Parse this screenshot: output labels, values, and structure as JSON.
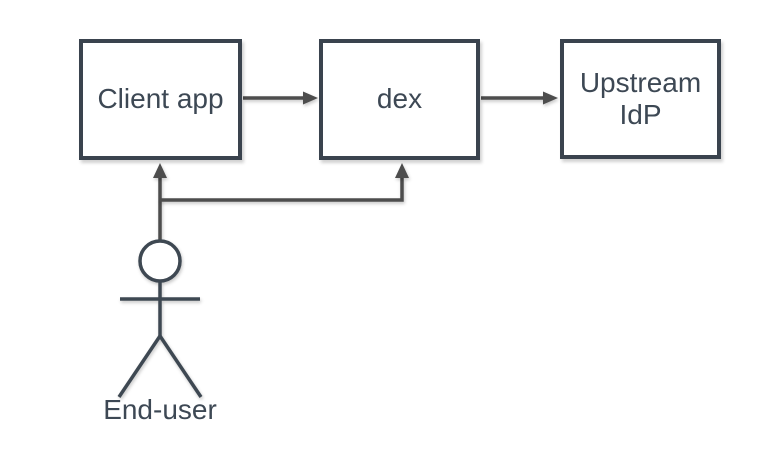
{
  "diagram": {
    "type": "architecture-flow",
    "background": "#ffffff",
    "colors": {
      "node_border": "#3a434e",
      "node_fill": "#ffffff",
      "label_text": "#3d4854",
      "connector": "#4d4d4d",
      "actor_stroke": "#3e4852"
    },
    "nodes": {
      "client_app": {
        "label": "Client app",
        "shape": "rectangle"
      },
      "dex": {
        "label": "dex",
        "shape": "rectangle"
      },
      "upstream_idp": {
        "label": "Upstream\nIdP",
        "shape": "rectangle"
      },
      "end_user": {
        "label": "End-user",
        "shape": "actor-stick-figure"
      }
    },
    "edges": [
      {
        "from": "Client app",
        "to": "dex",
        "style": "solid-arrow"
      },
      {
        "from": "dex",
        "to": "Upstream IdP",
        "style": "solid-arrow"
      },
      {
        "from": "End-user",
        "to": "Client app",
        "style": "solid-arrow"
      },
      {
        "from": "End-user",
        "to": "dex",
        "style": "solid-arrow"
      }
    ]
  }
}
